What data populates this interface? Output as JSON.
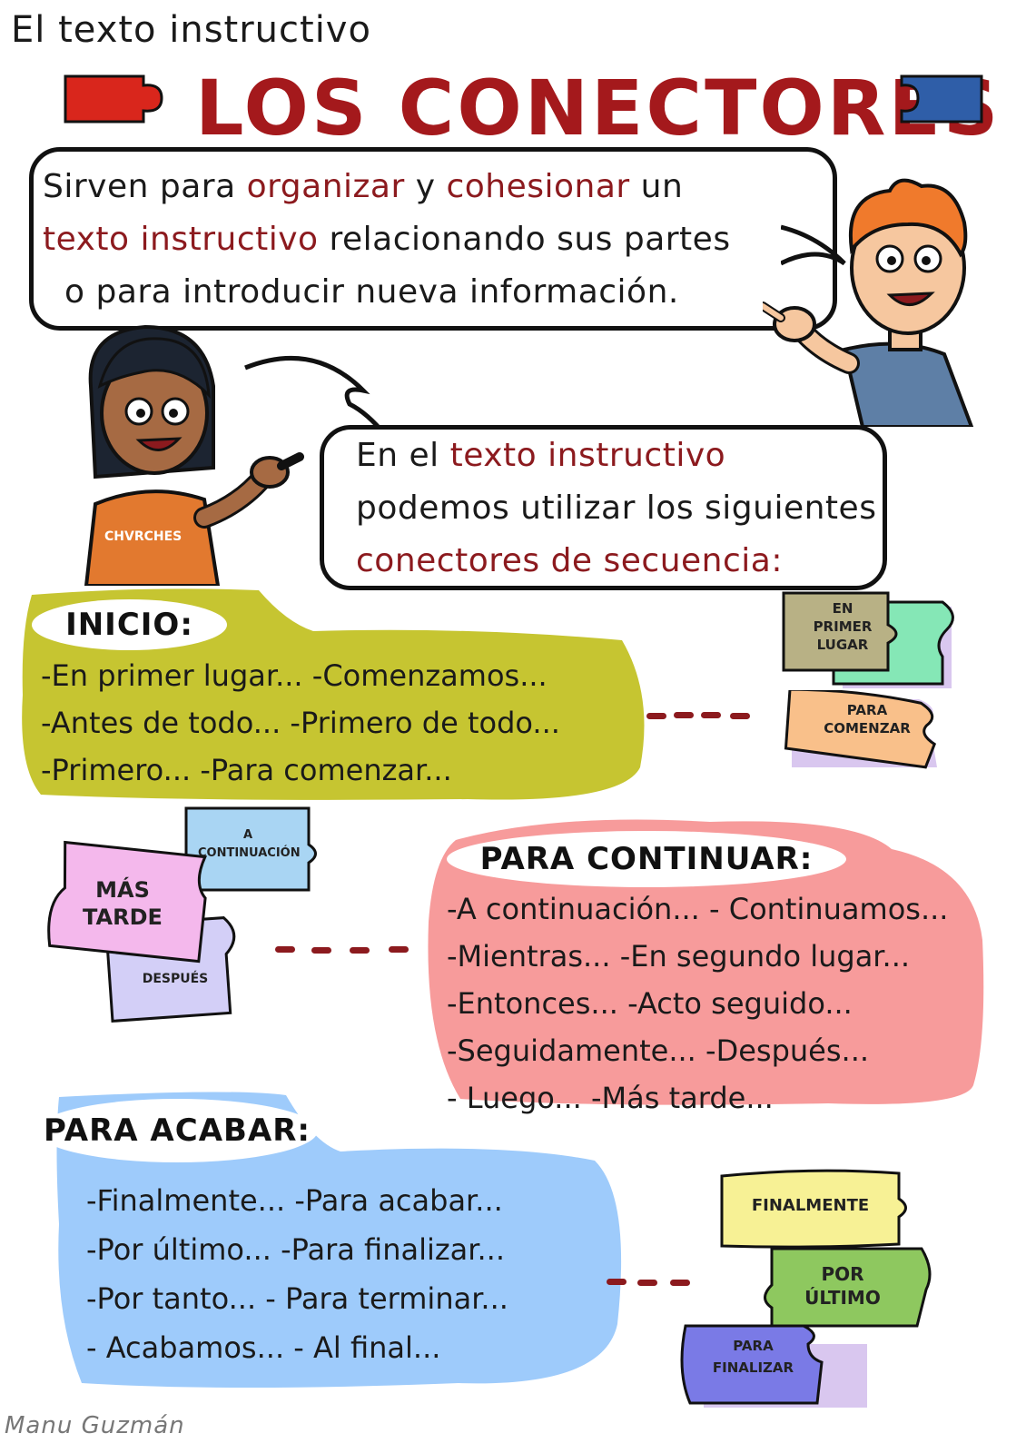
{
  "header": {
    "subtitle": "El texto instructivo",
    "title": "LOS CONECTORES"
  },
  "intro_bubble": {
    "line1_a": "Sirven para ",
    "line1_b": "organizar",
    "line1_c": " y ",
    "line1_d": "cohesionar",
    "line1_e": " un",
    "line2_a": "texto instructivo",
    "line2_b": " relacionando sus partes",
    "line3": "o para introducir nueva información."
  },
  "second_bubble": {
    "line1_a": "En el ",
    "line1_b": "texto instructivo",
    "line2": "podemos utilizar los siguientes",
    "line3": "conectores de secuencia:"
  },
  "girl_shirt_text": "CHVRCHES",
  "panels": {
    "inicio": {
      "label": "INICIO:",
      "lines": [
        "-En primer lugar... -Comenzamos...",
        "-Antes de todo... -Primero de todo...",
        "-Primero...   -Para comenzar..."
      ]
    },
    "continuar": {
      "label": "PARA CONTINUAR:",
      "lines": [
        "-A continuación... - Continuamos...",
        "-Mientras... -En segundo lugar...",
        "-Entonces...  -Acto seguido...",
        "-Seguidamente... -Después...",
        "- Luego...  -Más tarde..."
      ]
    },
    "acabar": {
      "label": "PARA ACABAR:",
      "lines": [
        "-Finalmente...  -Para acabar...",
        "-Por último... -Para finalizar...",
        "-Por tanto... - Para terminar...",
        "- Acabamos... - Al final..."
      ]
    }
  },
  "puzzles": {
    "en_primer_lugar": "EN\nPRIMER\nLUGAR",
    "para_comenzar": "PARA\nCOMENZAR",
    "a_continuacion": "A\nCONTINUACIÓN",
    "mas_tarde": "MÁS\nTARDE",
    "despues": "DESPUÉS",
    "finalmente": "FINALMENTE",
    "por_ultimo": "POR\nÚLTIMO",
    "para_finalizar": "PARA\nFINALIZAR"
  },
  "credit": "Manu Guzmán",
  "colors": {
    "title_red": "#a4191c",
    "highlight": "#8c1a1e",
    "inicio_panel": "#c6c531",
    "continuar_panel": "#f79b9b",
    "acabar_panel": "#9ecbfb",
    "shadow_lilac": "#d9c7ef"
  }
}
